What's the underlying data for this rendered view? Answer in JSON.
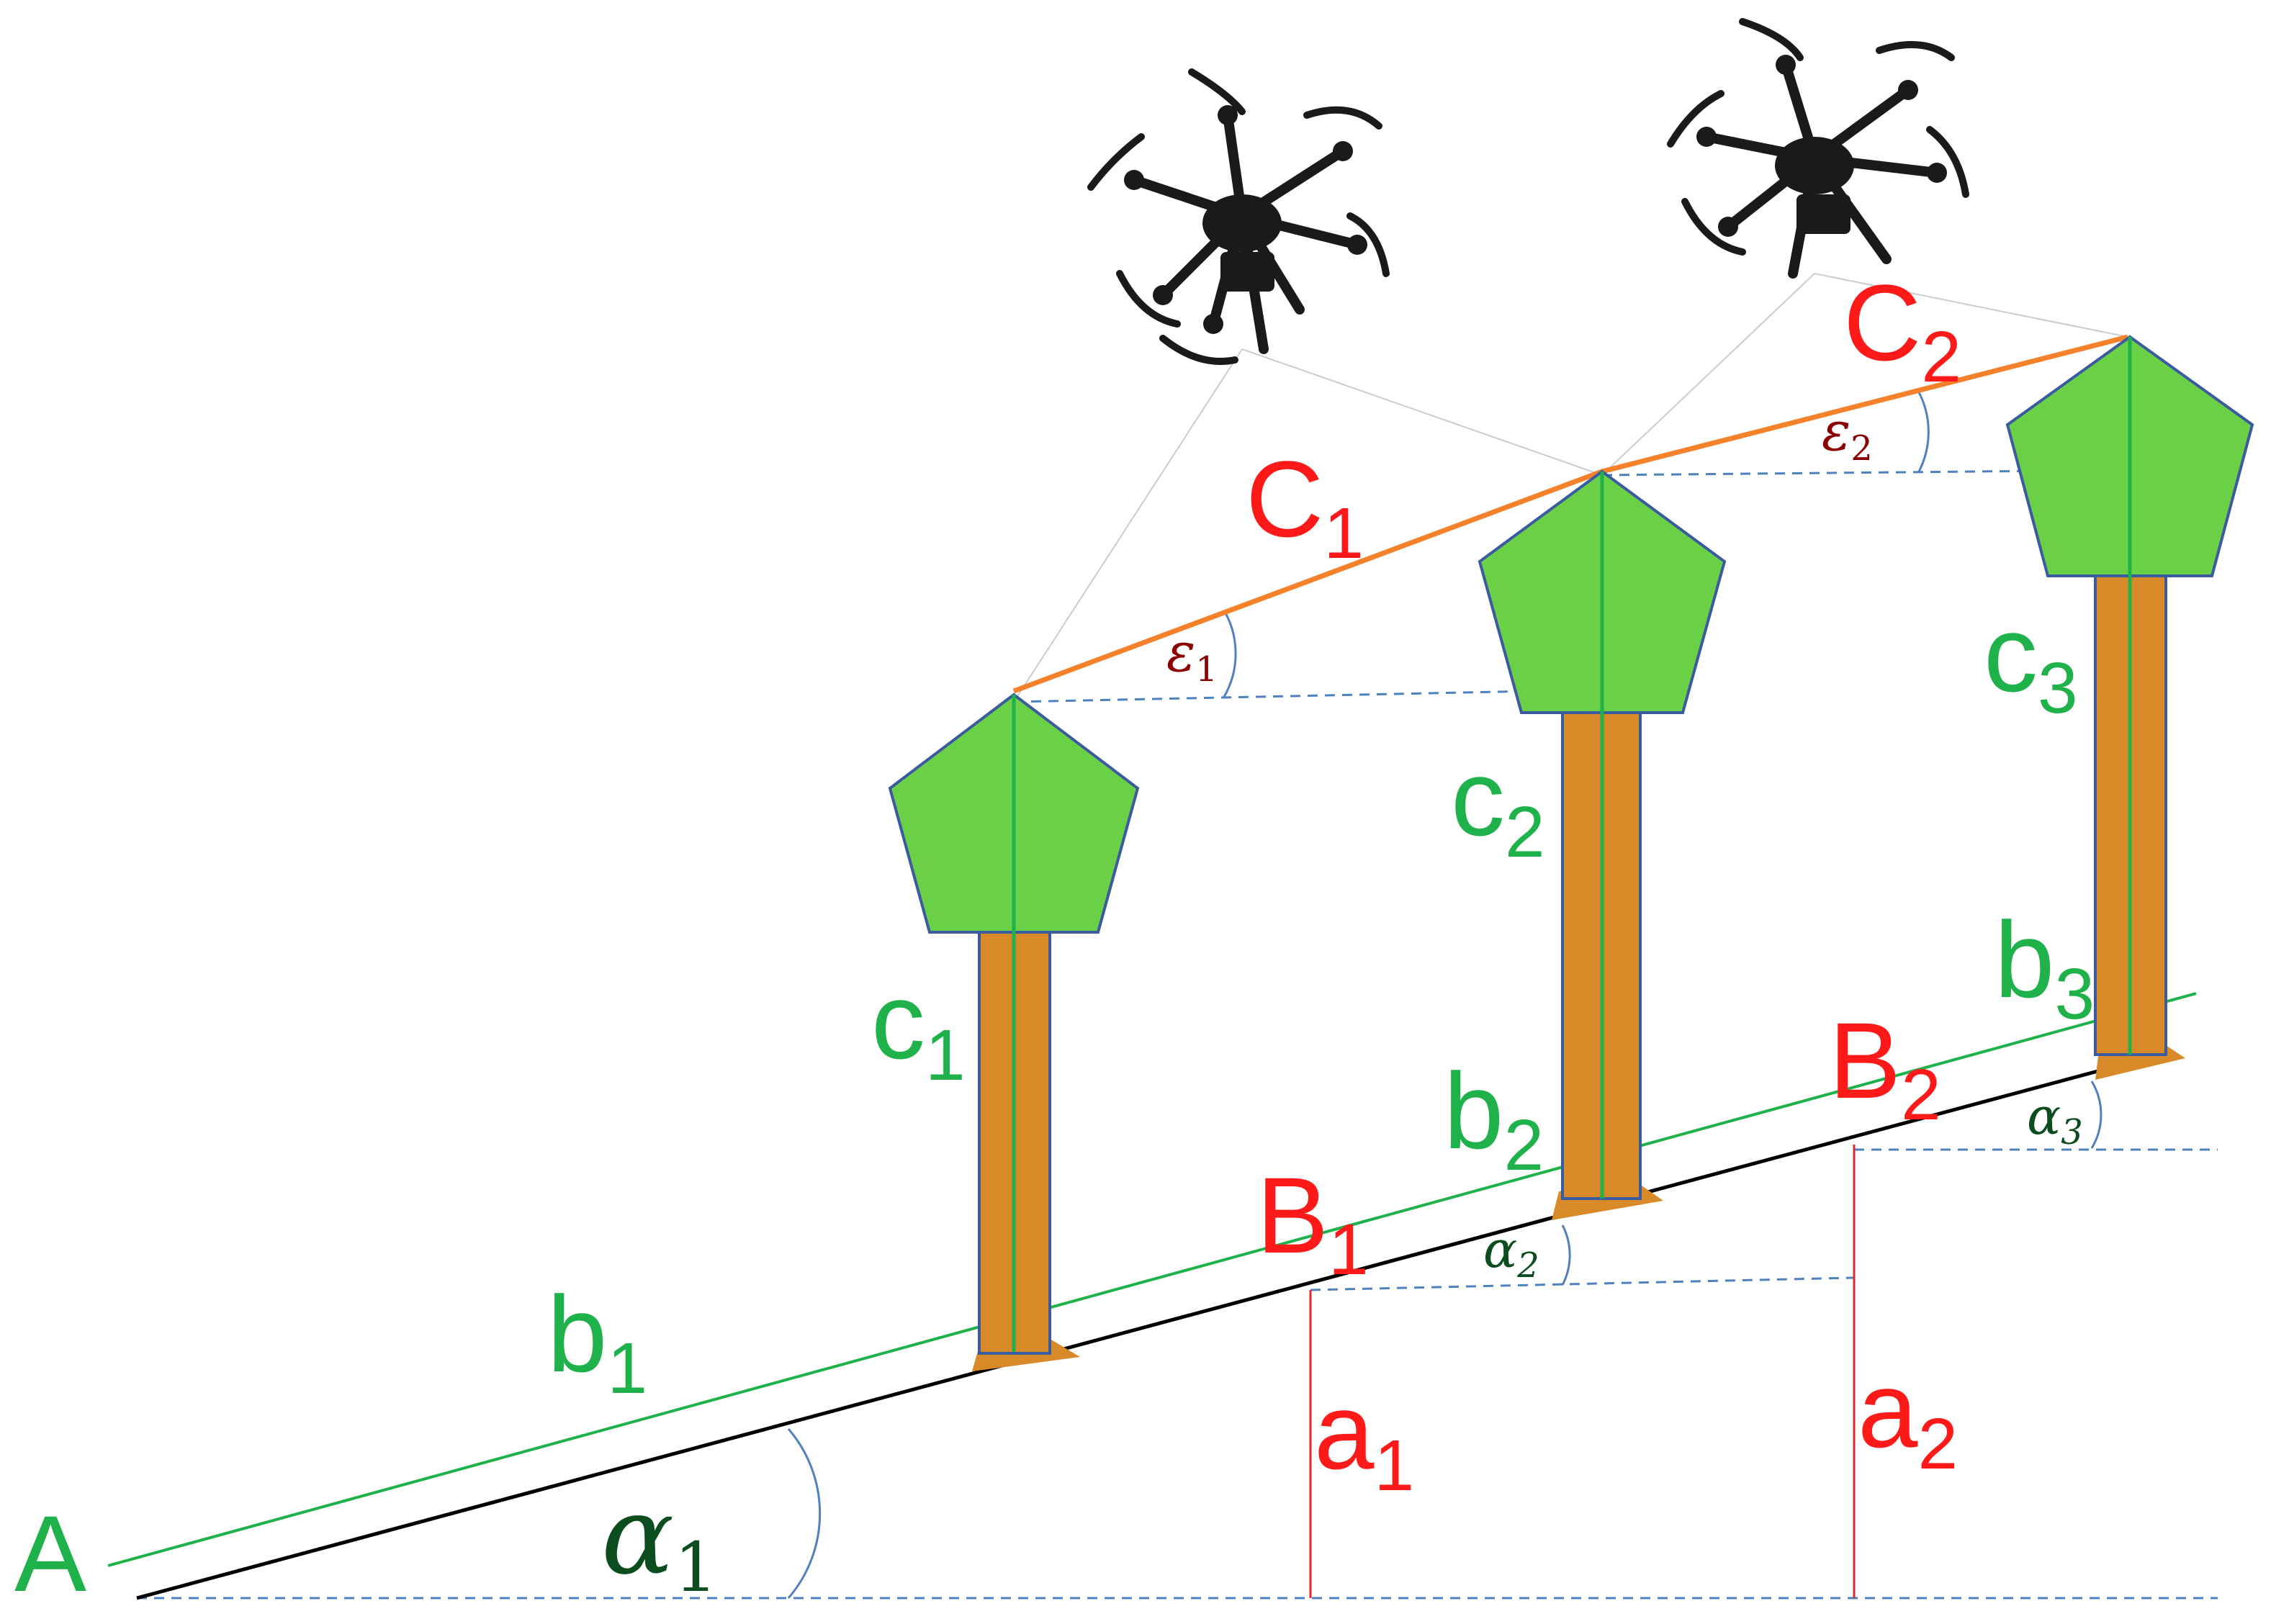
{
  "colors": {
    "ground": "#000000",
    "slope_b": "#1fb24a",
    "canopy_fill": "#6ad146",
    "canopy_stroke": "#3b5ba0",
    "trunk_fill": "#d98a28",
    "trunk_stroke": "#3b5ba0",
    "stem": "#1fb24a",
    "cable": "#f5822a",
    "label_red": "#ff1a1a",
    "label_green": "#1fb24a",
    "label_darkgreen": "#0b4d1e",
    "label_darkred": "#8b0000",
    "dashed": "#4f81bd",
    "arc": "#4f81bd",
    "drop": "#e0282a",
    "drone": "#1a1a1a"
  },
  "labels": {
    "A": {
      "main": "A",
      "sub": ""
    },
    "B1": {
      "main": "B",
      "sub": "1"
    },
    "B2": {
      "main": "B",
      "sub": "2"
    },
    "C1": {
      "main": "C",
      "sub": "1"
    },
    "C2": {
      "main": "C",
      "sub": "2"
    },
    "b1": {
      "main": "b",
      "sub": "1"
    },
    "b2": {
      "main": "b",
      "sub": "2"
    },
    "b3": {
      "main": "b",
      "sub": "3"
    },
    "c1": {
      "main": "c",
      "sub": "1"
    },
    "c2": {
      "main": "c",
      "sub": "2"
    },
    "c3": {
      "main": "c",
      "sub": "3"
    },
    "a1": {
      "main": "a",
      "sub": "1"
    },
    "a2": {
      "main": "a",
      "sub": "2"
    },
    "alpha1": {
      "main": "α",
      "sub": "1"
    },
    "alpha2": {
      "main": "α",
      "sub": "2"
    },
    "alpha3": {
      "main": "α",
      "sub": "3"
    },
    "eps1": {
      "main": "ε",
      "sub": "1"
    },
    "eps2": {
      "main": "ε",
      "sub": "2"
    }
  },
  "icons": {
    "drone1": "drone-icon",
    "drone2": "drone-icon",
    "tree1": "tree-icon",
    "tree2": "tree-icon",
    "tree3": "tree-icon"
  }
}
